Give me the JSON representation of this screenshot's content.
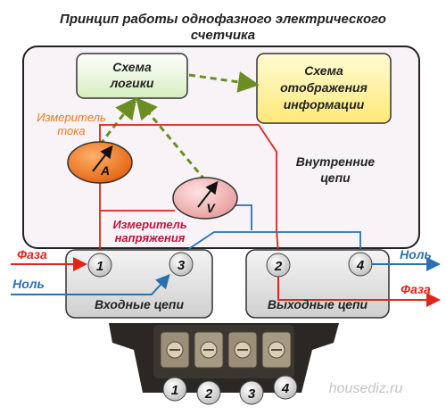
{
  "title": {
    "line1": "Принцип работы однофазного электрического",
    "line2": "счетчика"
  },
  "blocks": {
    "logic": [
      "Схема",
      "логики"
    ],
    "display": [
      "Схема",
      "отображения",
      "информации"
    ],
    "internal": [
      "Внутренние",
      "цепи"
    ]
  },
  "meters": {
    "current_label": [
      "Измеритель",
      "тока"
    ],
    "current_symbol": "A",
    "voltage_label": [
      "Измеритель",
      "напряжения"
    ],
    "voltage_symbol": "V"
  },
  "terminals": {
    "input_caption": "Входные цепи",
    "output_caption": "Выходные цепи",
    "t1": "1",
    "t2": "2",
    "t3": "3",
    "t4": "4"
  },
  "wires": {
    "phase_in": "Фаза",
    "neutral_in": "Ноль",
    "neutral_out": "Ноль",
    "phase_out": "Фаза"
  },
  "photo": {
    "numbers": [
      "1",
      "2",
      "3",
      "4"
    ]
  },
  "watermark": "housediz.ru",
  "colors": {
    "phase": "#e2231a",
    "neutral": "#2a6fb0",
    "orange_label": "#f07a1a",
    "voltage_label": "#c0143c",
    "arrow_green": "#6b8e23",
    "logic_fill": "#e9f5d8",
    "display_fill": "#fff4a8",
    "current_meter": "#f2831f",
    "voltage_meter": "#f4b3b3"
  }
}
